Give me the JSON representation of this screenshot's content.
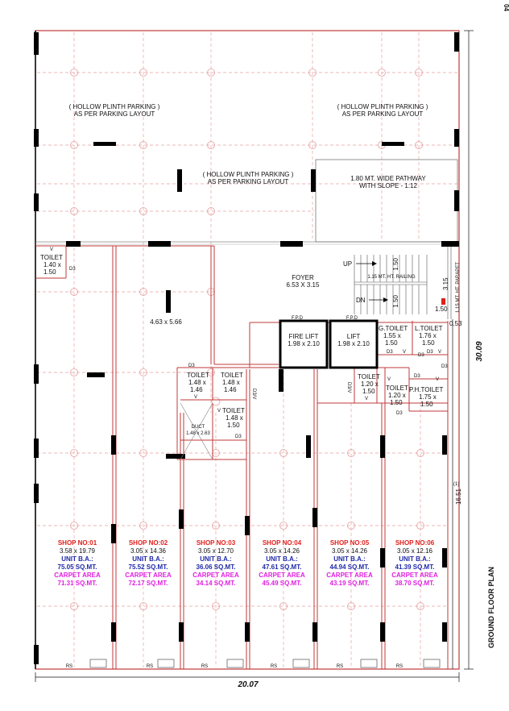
{
  "page_number": "04",
  "plan_title": "GROUND FLOOR PLAN",
  "dimensions": {
    "width": "20.07",
    "height": "30.09",
    "side": "16.51",
    "side_mark": "(1)",
    "parapet_gap": "0.53"
  },
  "colors": {
    "column": "#000000",
    "grid": "#e7a0a0",
    "wall": "#c23a3a",
    "shop_no": "#e0201c",
    "unit_ba": "#1f2aa8",
    "carpet": "#e020e0"
  },
  "parking": {
    "left_1": "( HOLLOW PLINTH PARKING )",
    "left_2": "AS PER PARKING LAYOUT",
    "right_1": "( HOLLOW PLINTH PARKING )",
    "right_2": "AS PER PARKING LAYOUT",
    "center_1": "( HOLLOW PLINTH PARKING )",
    "center_2": "AS PER PARKING LAYOUT"
  },
  "pathway": {
    "line1": "1.80 MT. WIDE PATHWAY",
    "line2": "WITH SLOPE - 1:12"
  },
  "foyer": {
    "label": "FOYER",
    "size": "6.53 X 3.15"
  },
  "stair": {
    "up": "UP",
    "dn": "DN",
    "railing": "1.15 MT. HT. RAILING",
    "width_up": "1.50",
    "width_dn": "1.50",
    "landing": "1.50",
    "side_dim": "3.15",
    "parapet": "1.15 MT. HT. PARAPET"
  },
  "lifts": {
    "fire": {
      "label": "FIRE LIFT",
      "size": "1.98 x 2.10",
      "fpd": "F.P.D"
    },
    "lift": {
      "label": "LIFT",
      "size": "1.98 x 2.10",
      "fpd": "F.P.D"
    }
  },
  "rooms": {
    "toilet_tl": {
      "label": "TOILET",
      "size1": "1.40 x",
      "size2": "1.50"
    },
    "big_room": {
      "size": "4.63 x 5.66"
    },
    "toilet_a": {
      "label": "TOILET",
      "size1": "1.48 x",
      "size2": "1.46"
    },
    "toilet_b": {
      "label": "TOILET",
      "size1": "1.48 x",
      "size2": "1.46"
    },
    "toilet_c": {
      "label": "TOILET",
      "size1": "1.48 x",
      "size2": "1.50"
    },
    "duct": {
      "label": "DUCT",
      "size": "1.48 x 2.63"
    },
    "g_toilet": {
      "label": "G.TOILET",
      "size1": "1.55 x",
      "size2": "1.50"
    },
    "l_toilet": {
      "label": "L.TOILET",
      "size1": "1.76 x",
      "size2": "1.50"
    },
    "toilet_d": {
      "label": "TOILET",
      "size1": "1.20 x",
      "size2": "1.50"
    },
    "toilet_e": {
      "label": "TOILET",
      "size1": "1.20 x",
      "size2": "1.50"
    },
    "ph_toilet": {
      "label": "P.H.TOILET",
      "size1": "1.75 x",
      "size2": "1.50"
    }
  },
  "marks": {
    "d3": "D3",
    "v": "V",
    "d3v": "D3/V",
    "rs": "RS"
  },
  "shops": [
    {
      "no": "SHOP NO:01",
      "size": "3.58 x 19.79",
      "ba_label": "UNIT B.A.:",
      "ba": "75.05 SQ.MT.",
      "carpet_label": "CARPET AREA",
      "carpet": "71.31 SQ.MT."
    },
    {
      "no": "SHOP NO:02",
      "size": "3.05 x 14.36",
      "ba_label": "UNIT B.A.:",
      "ba": "75.52 SQ.MT.",
      "carpet_label": "CARPET AREA",
      "carpet": "72.17 SQ.MT."
    },
    {
      "no": "SHOP NO:03",
      "size": "3.05 x 12.70",
      "ba_label": "UNIT B.A.:",
      "ba": "36.06 SQ.MT.",
      "carpet_label": "CARPET AREA",
      "carpet": "34.14 SQ.MT."
    },
    {
      "no": "SHOP NO:04",
      "size": "3.05 x 14.26",
      "ba_label": "UNIT B.A.:",
      "ba": "47.61 SQ.MT.",
      "carpet_label": "CARPET AREA",
      "carpet": "45.49 SQ.MT."
    },
    {
      "no": "SHOP NO:05",
      "size": "3.05 x 14.26",
      "ba_label": "UNIT B.A.:",
      "ba": "44.94 SQ.MT.",
      "carpet_label": "CARPET AREA",
      "carpet": "43.19 SQ.MT."
    },
    {
      "no": "SHOP NO:06",
      "size": "3.05 x 12.16",
      "ba_label": "UNIT B.A.:",
      "ba": "41.39 SQ.MT.",
      "carpet_label": "CARPET AREA",
      "carpet": "38.70 SQ.MT."
    }
  ]
}
